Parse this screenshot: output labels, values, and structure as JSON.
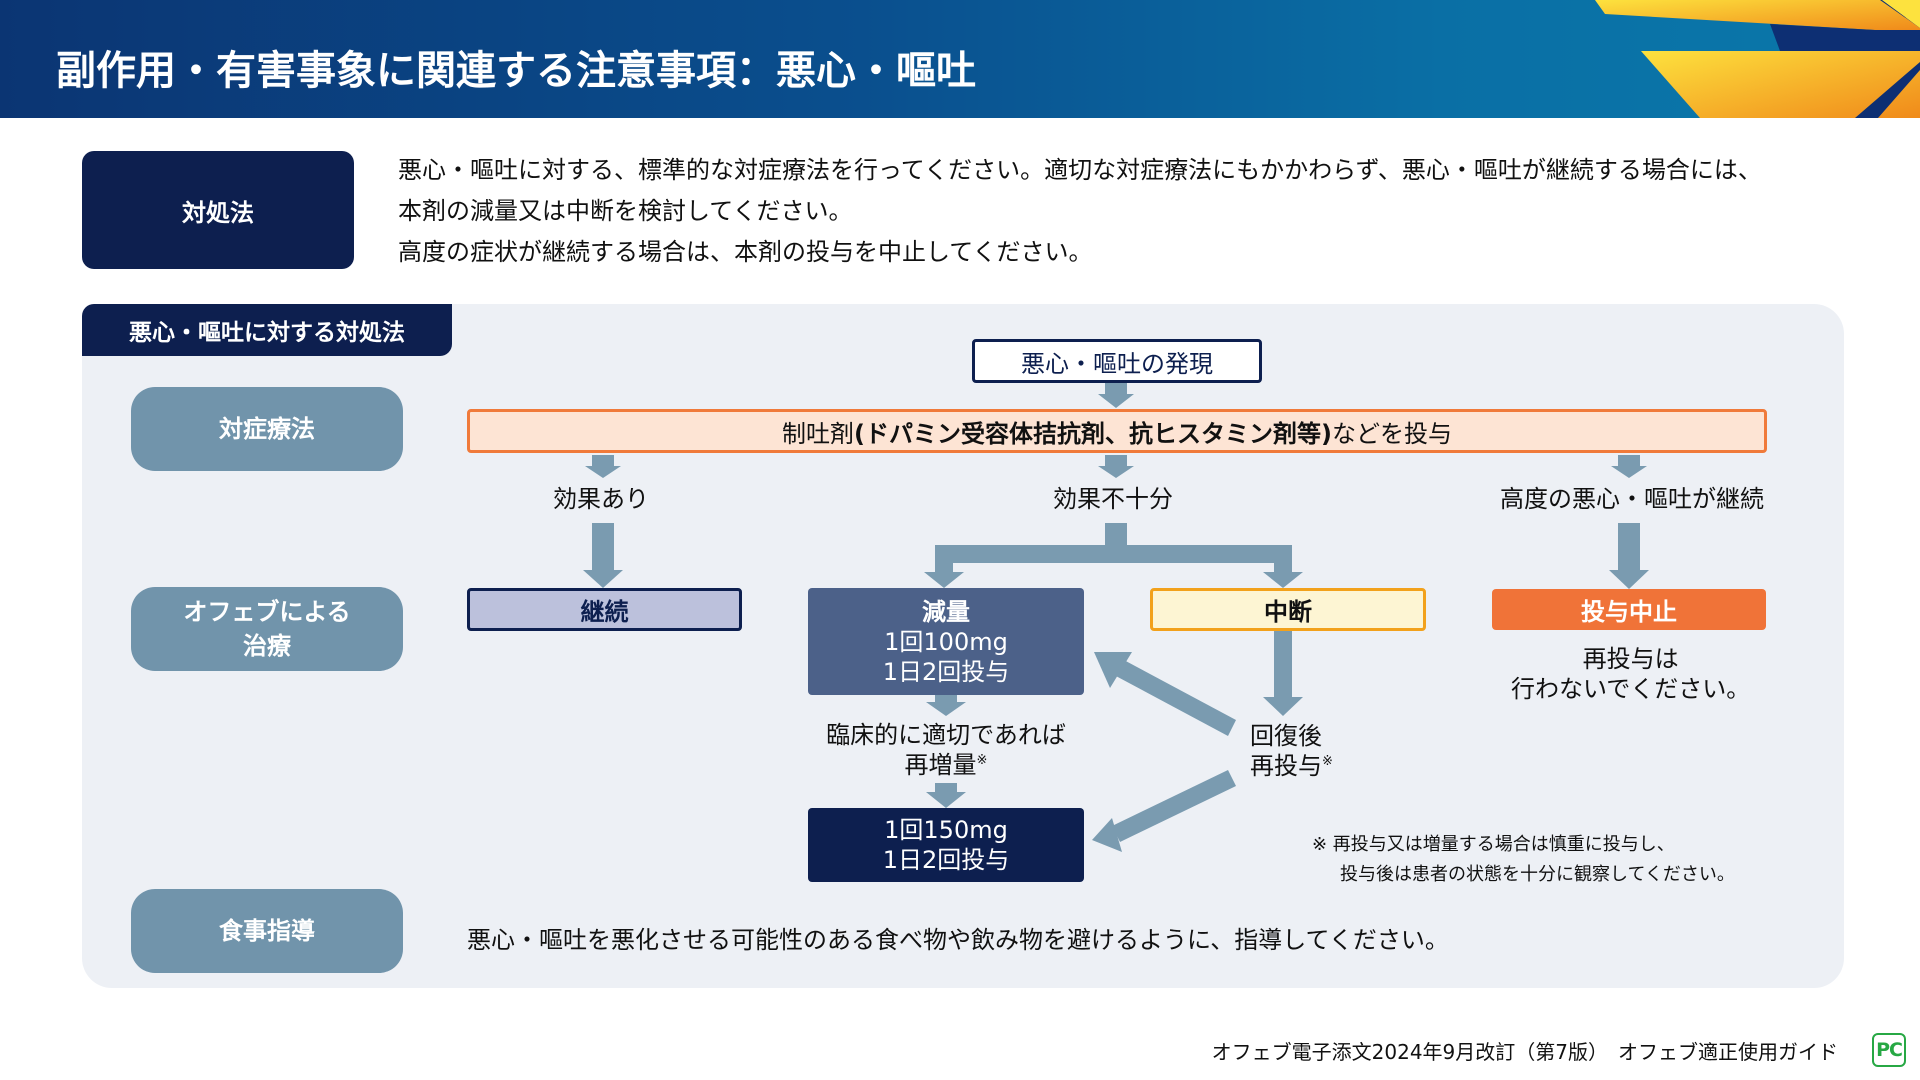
{
  "header": {
    "title": "副作用・有害事象に関連する注意事項：悪心・嘔吐"
  },
  "intro": {
    "label": "対処法",
    "lines": [
      "悪心・嘔吐に対する、標準的な対症療法を行ってください。適切な対症療法にもかかわらず、悪心・嘔吐が継続する場合には、",
      "本剤の減量又は中断を検討してください。",
      "高度の症状が継続する場合は、本剤の投与を中止してください。"
    ]
  },
  "panel": {
    "tab_label": "悪心・嘔吐に対する対処法",
    "categories": {
      "symptomatic": "対症療法",
      "treatment_line1": "オフェブによる",
      "treatment_line2": "治療",
      "diet": "食事指導"
    },
    "flow": {
      "onset": "悪心・嘔吐の発現",
      "antiemetic_prefix": "制吐剤",
      "antiemetic_bold": "(ドパミン受容体拮抗剤、抗ヒスタミン剤等)",
      "antiemetic_suffix": "などを投与",
      "effective": "効果あり",
      "insufficient": "効果不十分",
      "severe": "高度の悪心・嘔吐が継続",
      "continue": "継続",
      "reduce_title": "減量",
      "reduce_dose": "1回100mg",
      "reduce_freq": "1日2回投与",
      "pause": "中断",
      "stop": "投与中止",
      "no_readmin_line1": "再投与は",
      "no_readmin_line2": "行わないでください。",
      "reincrease_line1": "臨床的に適切であれば",
      "reincrease_line2": "再増量",
      "recovery_line1": "回復後",
      "recovery_line2": "再投与",
      "note_mark": "※",
      "dose150": "1回150mg",
      "dose150_freq": "1日2回投与"
    },
    "note": {
      "line1": "※ 再投与又は増量する場合は慎重に投与し、",
      "line2": "投与後は患者の状態を十分に観察してください。"
    },
    "diet_text": "悪心・嘔吐を悪化させる可能性のある食べ物や飲み物を避けるように、指導してください。"
  },
  "footer": {
    "text": "オフェブ電子添文2024年9月改訂（第7版）　オフェブ適正使用ガイド",
    "badge": "PC",
    "badge_color": "#27a844"
  },
  "colors": {
    "navy": "#0d1f4f",
    "arrow": "#7a9bb0",
    "category": "#7194ab",
    "orange": "#f07338",
    "amber": "#f2a11b",
    "panel_bg": "#edf0f5"
  }
}
